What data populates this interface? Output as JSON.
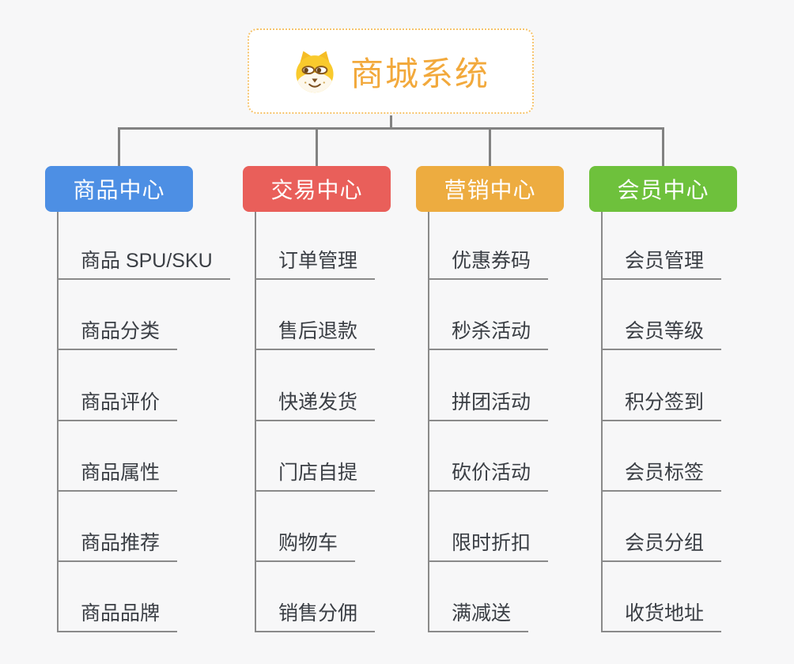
{
  "root": {
    "title": "商城系统",
    "icon": "dog-face-icon",
    "title_color": "#f2a93c",
    "border_color": "#f6c36b"
  },
  "connector_color": "#828282",
  "branch_line_color": "#8a8a8a",
  "branches": [
    {
      "label": "商品中心",
      "color": "#4d8fe4",
      "items": [
        "商品 SPU/SKU",
        "商品分类",
        "商品评价",
        "商品属性",
        "商品推荐",
        "商品品牌"
      ]
    },
    {
      "label": "交易中心",
      "color": "#e95f5a",
      "items": [
        "订单管理",
        "售后退款",
        "快递发货",
        "门店自提",
        "购物车",
        "销售分佣"
      ]
    },
    {
      "label": "营销中心",
      "color": "#edac40",
      "items": [
        "优惠券码",
        "秒杀活动",
        "拼团活动",
        "砍价活动",
        "限时折扣",
        "满减送"
      ]
    },
    {
      "label": "会员中心",
      "color": "#6ec13c",
      "items": [
        "会员管理",
        "会员等级",
        "积分签到",
        "会员标签",
        "会员分组",
        "收货地址"
      ]
    }
  ]
}
